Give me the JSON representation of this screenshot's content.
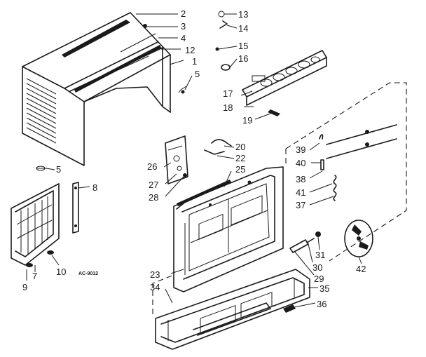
{
  "drawing_code": "AC-9012",
  "callouts": {
    "c2": "2",
    "c3": "3",
    "c4": "4",
    "c12": "12",
    "c1": "1",
    "c5a": "5",
    "c13": "13",
    "c14": "14",
    "c15": "15",
    "c16": "16",
    "c17": "17",
    "c18": "18",
    "c19": "19",
    "c5b": "5",
    "c8": "8",
    "c7": "7",
    "c9": "9",
    "c10": "10",
    "c20": "20",
    "c22": "22",
    "c25": "25",
    "c26": "26",
    "c27": "27",
    "c28": "28",
    "c39": "39",
    "c40": "40",
    "c38": "38",
    "c41": "41",
    "c37": "37",
    "c31": "31",
    "c30": "30",
    "c29": "29",
    "c42": "42",
    "c23": "23",
    "c34": "34",
    "c35": "35",
    "c36": "36"
  }
}
